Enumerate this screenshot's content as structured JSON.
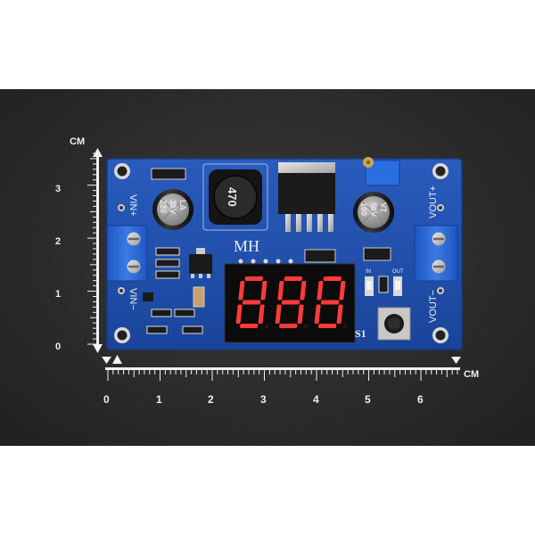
{
  "photo": {
    "subject": "DC-DC step-down module board photographed on dark background with centimeter rulers",
    "colors": {
      "background": "#2b2b2b",
      "pcb": "#1f4fa8",
      "terminal": "#2a63c9",
      "digit_on": "#ff3a3a",
      "digit_off": "#3a0a0a",
      "ruler": "#f2f2f2"
    }
  },
  "ruler": {
    "unit": "CM",
    "horizontal_ticks": [
      "0",
      "1",
      "2",
      "3",
      "4",
      "5",
      "6"
    ],
    "vertical_ticks": [
      "0",
      "1",
      "2",
      "3"
    ]
  },
  "board": {
    "brand": "MH",
    "vin_plus": "VIN+",
    "vin_minus": "VIN−",
    "vout_plus": "VOUT+",
    "vout_minus": "VOUT−",
    "inductor_code": "470",
    "cap_left": [
      "220",
      "35V",
      "LA"
    ],
    "cap_right": [
      "100",
      "50V",
      "VT"
    ],
    "switch_label": "S1",
    "led_in": "IN",
    "led_out": "OUT",
    "display_digits": [
      "8",
      "8",
      "8"
    ]
  }
}
